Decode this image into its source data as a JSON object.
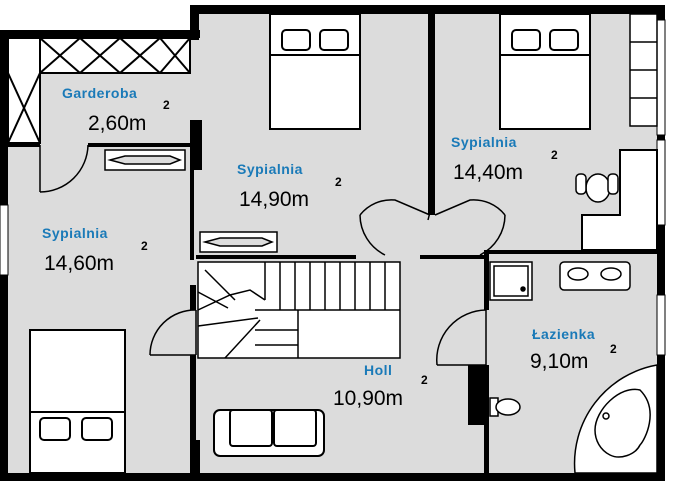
{
  "colors": {
    "floor": "#dcdcdc",
    "wall": "#000000",
    "label": "#1a7ab8",
    "fixture": "#ffffff"
  },
  "rooms": {
    "garderoba": {
      "name": "Garderoba",
      "area": "2,60m",
      "unit_power": "2"
    },
    "bedroom_left": {
      "name": "Sypialnia",
      "area": "14,60m",
      "unit_power": "2"
    },
    "bedroom_center": {
      "name": "Sypialnia",
      "area": "14,90m",
      "unit_power": "2"
    },
    "bedroom_right": {
      "name": "Sypialnia",
      "area": "14,40m",
      "unit_power": "2"
    },
    "hall": {
      "name": "Holl",
      "area": "10,90m",
      "unit_power": "2"
    },
    "bathroom": {
      "name": "Łazienka",
      "area": "9,10m",
      "unit_power": "2"
    }
  },
  "icons": {
    "bed": "double-bed-icon",
    "sofa": "sofa-icon",
    "stairs": "stairs-icon",
    "bathtub": "corner-bathtub-icon",
    "shower": "shower-tray-icon",
    "sink": "double-sink-icon",
    "toilet": "toilet-icon",
    "chair": "office-chair-icon",
    "desk": "corner-desk-icon"
  }
}
